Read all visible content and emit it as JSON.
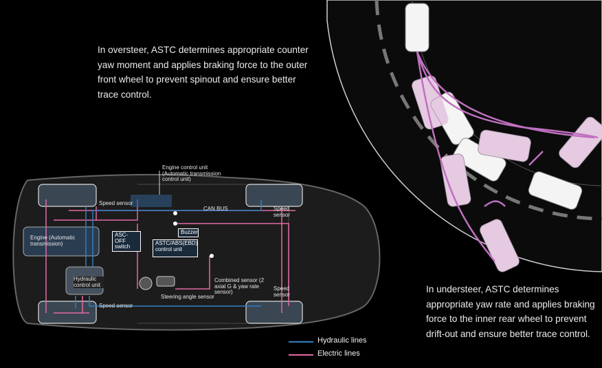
{
  "text": {
    "oversteer": "In oversteer, ASTC determines appropriate counter yaw moment and applies braking force to the outer front wheel to prevent spinout and ensure better trace control.",
    "understeer": "In understeer, ASTC determines appropriate yaw rate and applies braking force to the inner rear wheel to prevent drift-out and ensure better trace control."
  },
  "labels": {
    "engine_control_unit": "Engine control unit (Automatic transmission control unit)",
    "can_bus": "CAN BUS",
    "speed_sensor": "Speed sensor",
    "speed_sensor_2": "Speed sensor",
    "engine": "Engine (Automatic transmission)",
    "asc_off": "ASC-OFF switch",
    "astc_unit": "ASTC/ABS(EBD) control unit",
    "buzzer": "Buzzer",
    "hydraulic_unit": "Hydraulic control unit",
    "combined_sensor": "Combined sensor (2 axial G & yaw rate sensor)",
    "steering_sensor": "Steering angle sensor"
  },
  "legend": {
    "hydraulic": "Hydraulic lines",
    "electric": "Electric lines"
  },
  "colors": {
    "hydraulic": "#2f7fc1",
    "electric": "#e36aa5",
    "purple": "#c070c0"
  }
}
